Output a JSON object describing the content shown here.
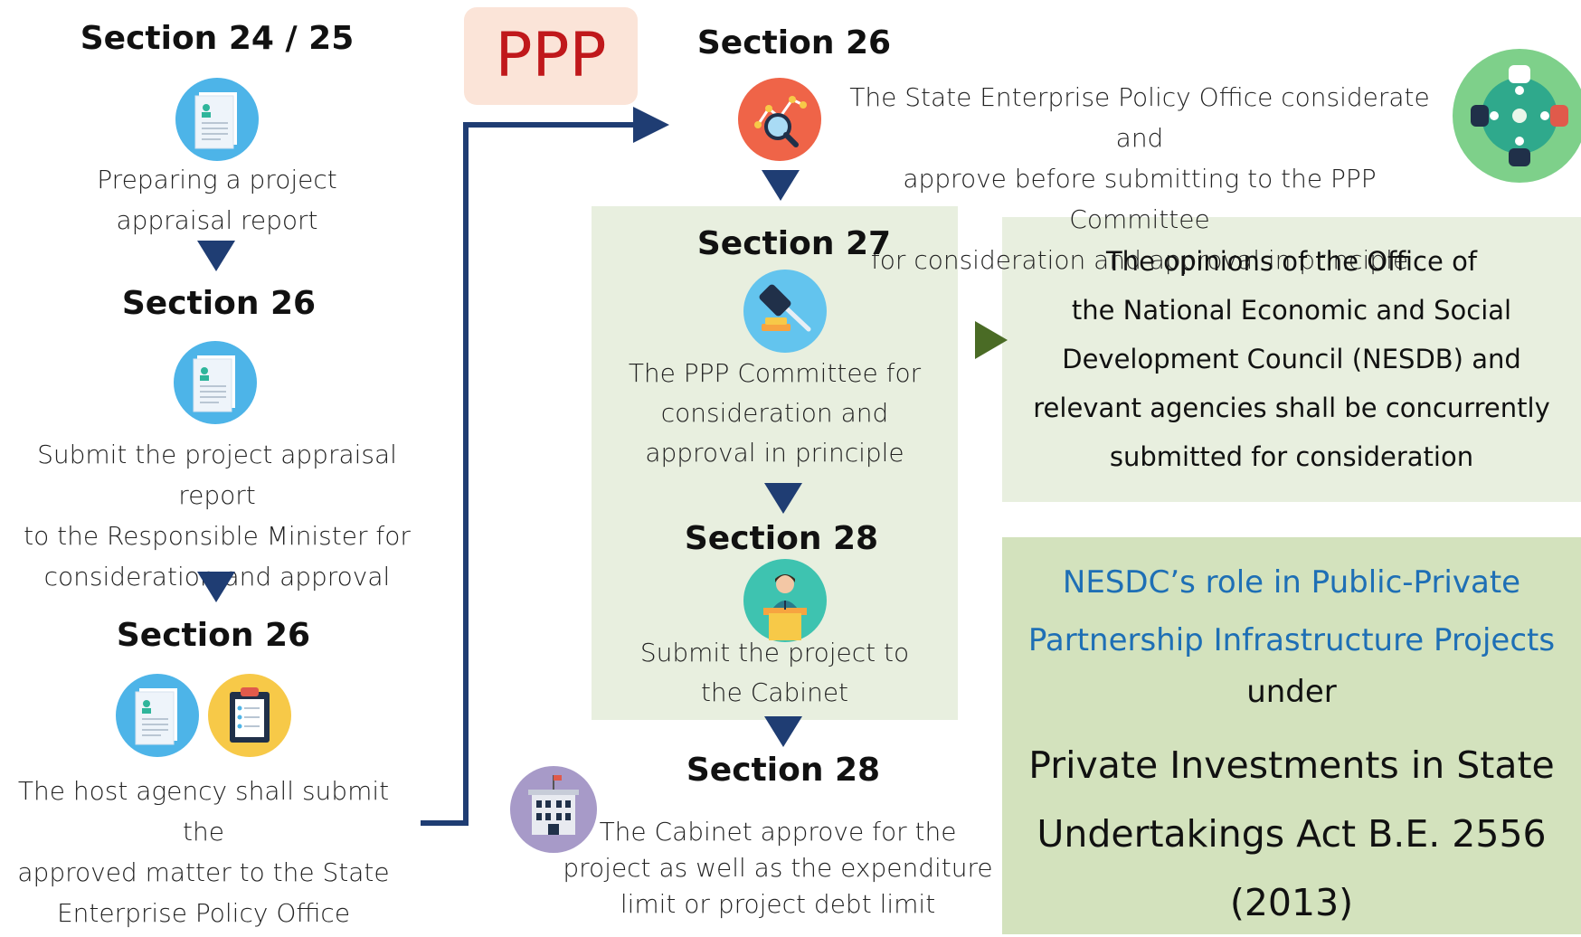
{
  "left": {
    "sec1_title": "Section 24 / 25",
    "sec1_text": [
      "Preparing a project",
      "appraisal report"
    ],
    "sec2_title": "Section 26",
    "sec2_text": [
      "Submit the project appraisal report",
      "to the Responsible Minister for",
      "consideration and approval"
    ],
    "sec3_title": "Section 26",
    "sec3_text": [
      "The host agency shall submit the",
      "approved matter to the State",
      "Enterprise Policy Office"
    ]
  },
  "ppp_label": "PPP",
  "middle": {
    "sec26_title": "Section 26",
    "sec26_text": [
      "The State Enterprise Policy Office considerate and",
      "approve before submitting to the PPP Committee",
      "for consideration and approval in principle"
    ],
    "sec27_title": "Section 27",
    "sec27_text": [
      "The PPP Committee for",
      "consideration and",
      "approval in principle"
    ],
    "sec28a_title": "Section 28",
    "sec28a_text": [
      "Submit the project to",
      "the Cabinet"
    ],
    "sec28b_title": "Section 28",
    "sec28b_text": [
      "The Cabinet approve for the",
      "project as well as the expenditure",
      "limit or project debt limit"
    ]
  },
  "right": {
    "opinions_text": [
      "The opinions of the Office of",
      "the National Economic and Social",
      "Development Council (NESDB) and",
      "relevant agencies shall be concurrently",
      "submitted for consideration"
    ],
    "role_line1": "NESDC’s role in Public-Private",
    "role_line2": "Partnership Infrastructure Projects",
    "role_under": "under",
    "act_line1": "Private Investments in State",
    "act_line2": "Undertakings Act B.E. 2556",
    "act_line3": "(2013)"
  },
  "colors": {
    "arrow_blue": "#1f3d73",
    "ppp_red": "#c0181b",
    "ppp_bg": "#fbe4d8",
    "light_green": "#e8efdf",
    "dark_green": "#d3e2bd",
    "nesdc_blue": "#1e6fb5"
  },
  "icons": [
    "document-icon",
    "clipboard-icon",
    "analytics-search-icon",
    "meeting-table-icon",
    "gavel-icon",
    "speaker-podium-icon",
    "government-building-icon"
  ]
}
